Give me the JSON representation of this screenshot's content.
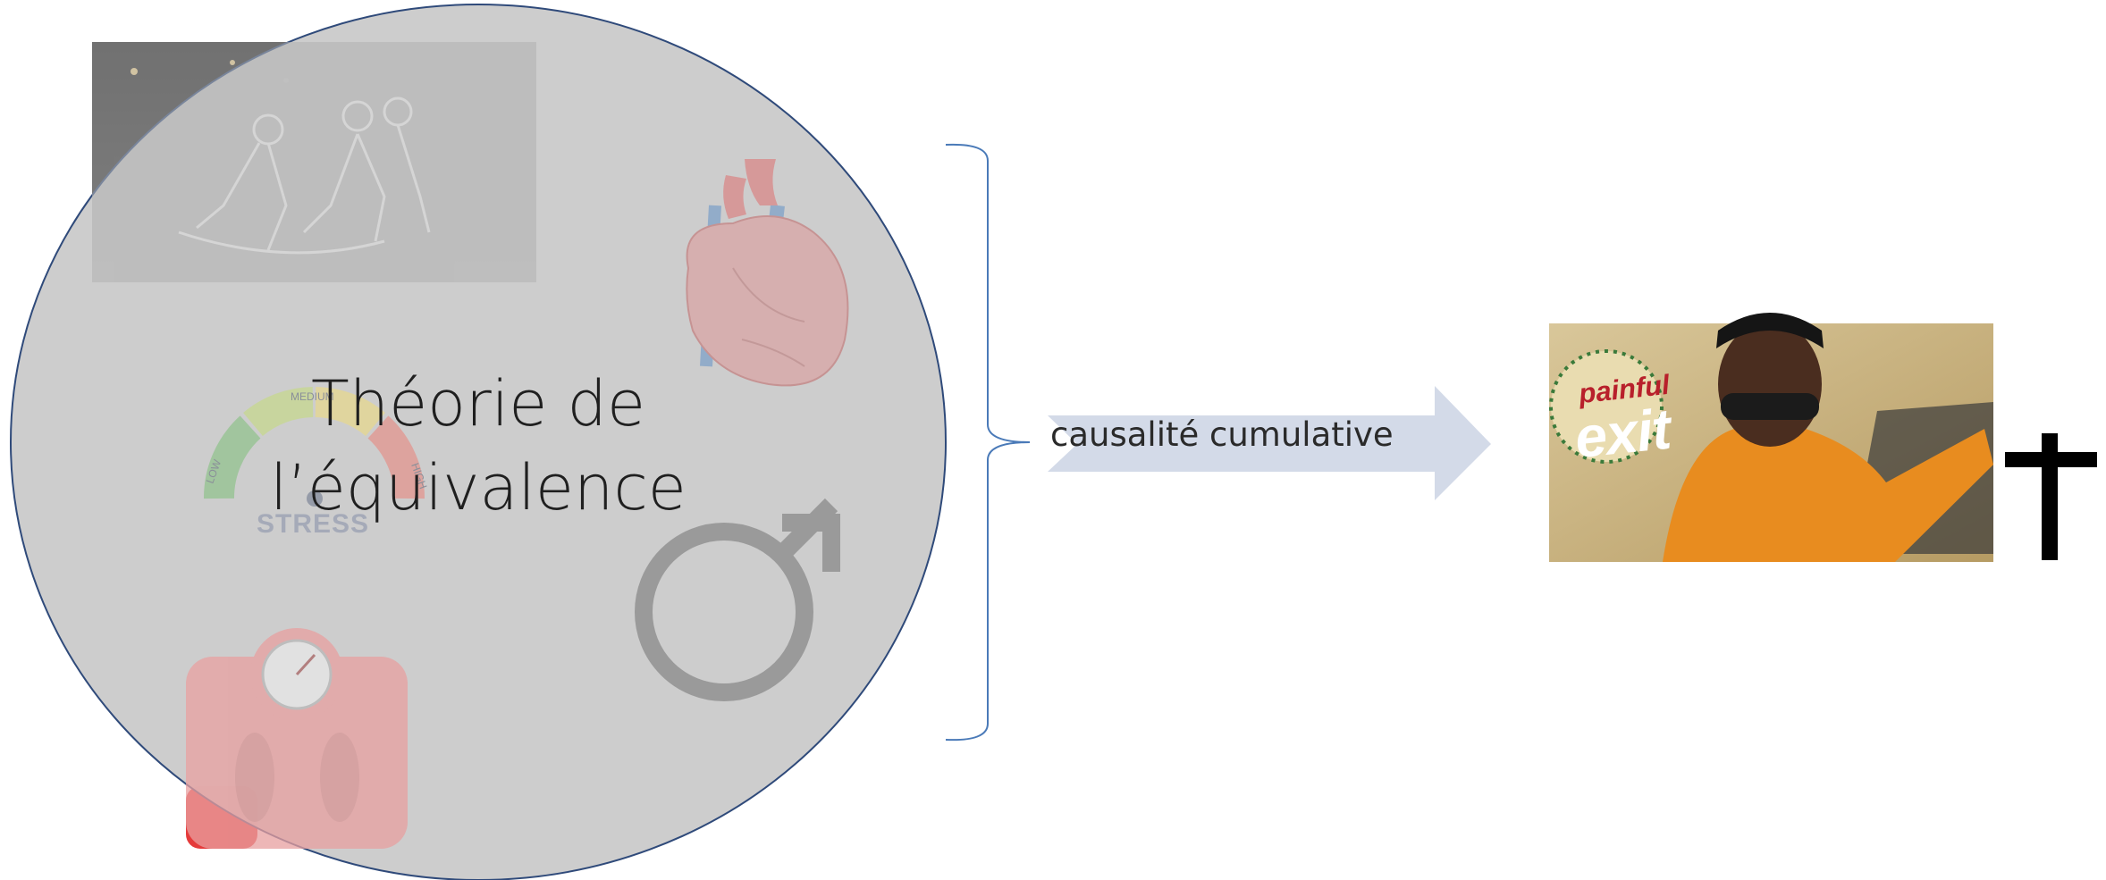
{
  "diagram": {
    "title_line1": "Théorie de",
    "title_line2": "l’équivalence",
    "arrow_label": "causalité cumulative",
    "stress_label": "STRESS",
    "gauge_low": "LOW",
    "gauge_medium": "MEDIUM",
    "gauge_high": "HIGH",
    "badge_top": "painful",
    "badge_bottom": "exit",
    "death_symbol": "†",
    "male_symbol": "♂"
  },
  "colors": {
    "circle_fill": "#cbcbcb",
    "circle_stroke": "#2f4a7a",
    "bracket": "#4a7ab8",
    "arrow": "#d3dae8",
    "heart": "#d9a6a6",
    "scale": "#e87b7b",
    "scale_overflow": "#e53b3b"
  },
  "icons": [
    "heart-icon",
    "stress-gauge-icon",
    "male-symbol-icon",
    "weight-scale-icon",
    "dagger-icon"
  ]
}
